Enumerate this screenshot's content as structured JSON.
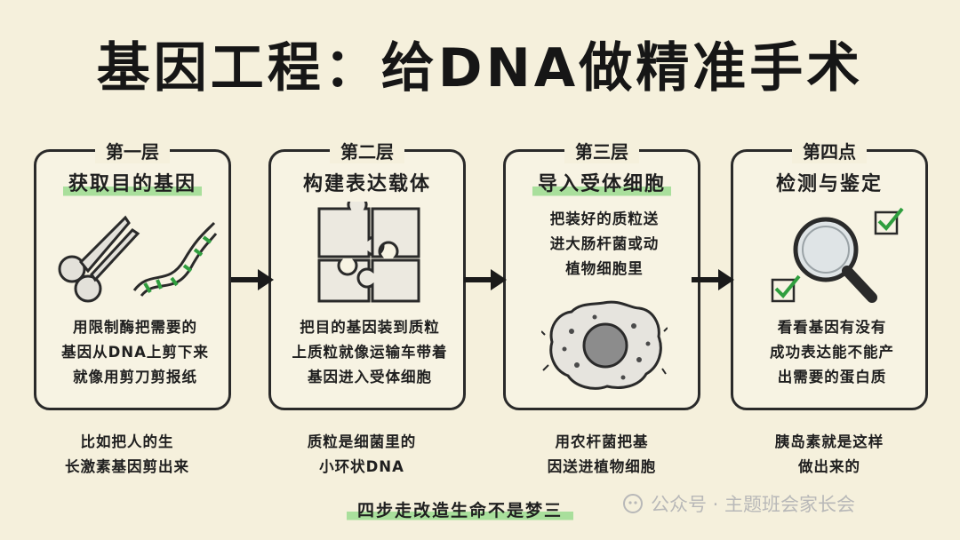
{
  "title": "基因工程：给DNA做精准手术",
  "steps": [
    {
      "label": "第一层",
      "title": "获取目的基因",
      "desc": [
        "用限制酶把需要的",
        "基因从DNA上剪下来",
        "就像用剪刀剪报纸"
      ],
      "note": [
        "比如把人的生",
        "长激素基因剪出来"
      ],
      "icon": "scissors-dna-icon"
    },
    {
      "label": "第二层",
      "title": "构建表达载体",
      "desc": [
        "把目的基因装到质粒",
        "上质粒就像运输车带着",
        "基因进入受体细胞"
      ],
      "note": [
        "质粒是细菌里的",
        "小环状DNA"
      ],
      "icon": "puzzle-icon"
    },
    {
      "label": "第三层",
      "title": "导入受体细胞",
      "desc": [
        "把装好的质粒送",
        "进大肠杆菌或动",
        "植物细胞里"
      ],
      "note": [
        "用农杆菌把基",
        "因送进植物细胞"
      ],
      "icon": "cell-icon"
    },
    {
      "label": "第四点",
      "title": "检测与鉴定",
      "desc": [
        "看看基因有没有",
        "成功表达能不能产",
        "出需要的蛋白质"
      ],
      "note": [
        "胰岛素就是这样",
        "做出来的"
      ],
      "icon": "magnifier-checkmark-icon"
    }
  ],
  "footer": "四步走改造生命不是梦三",
  "watermark": "公众号 · 主题班会家长会",
  "colors": {
    "background": "#f5f0dc",
    "highlight": "#a9df9c",
    "check": "#2f9e3e",
    "ink": "#1f1f1f"
  }
}
